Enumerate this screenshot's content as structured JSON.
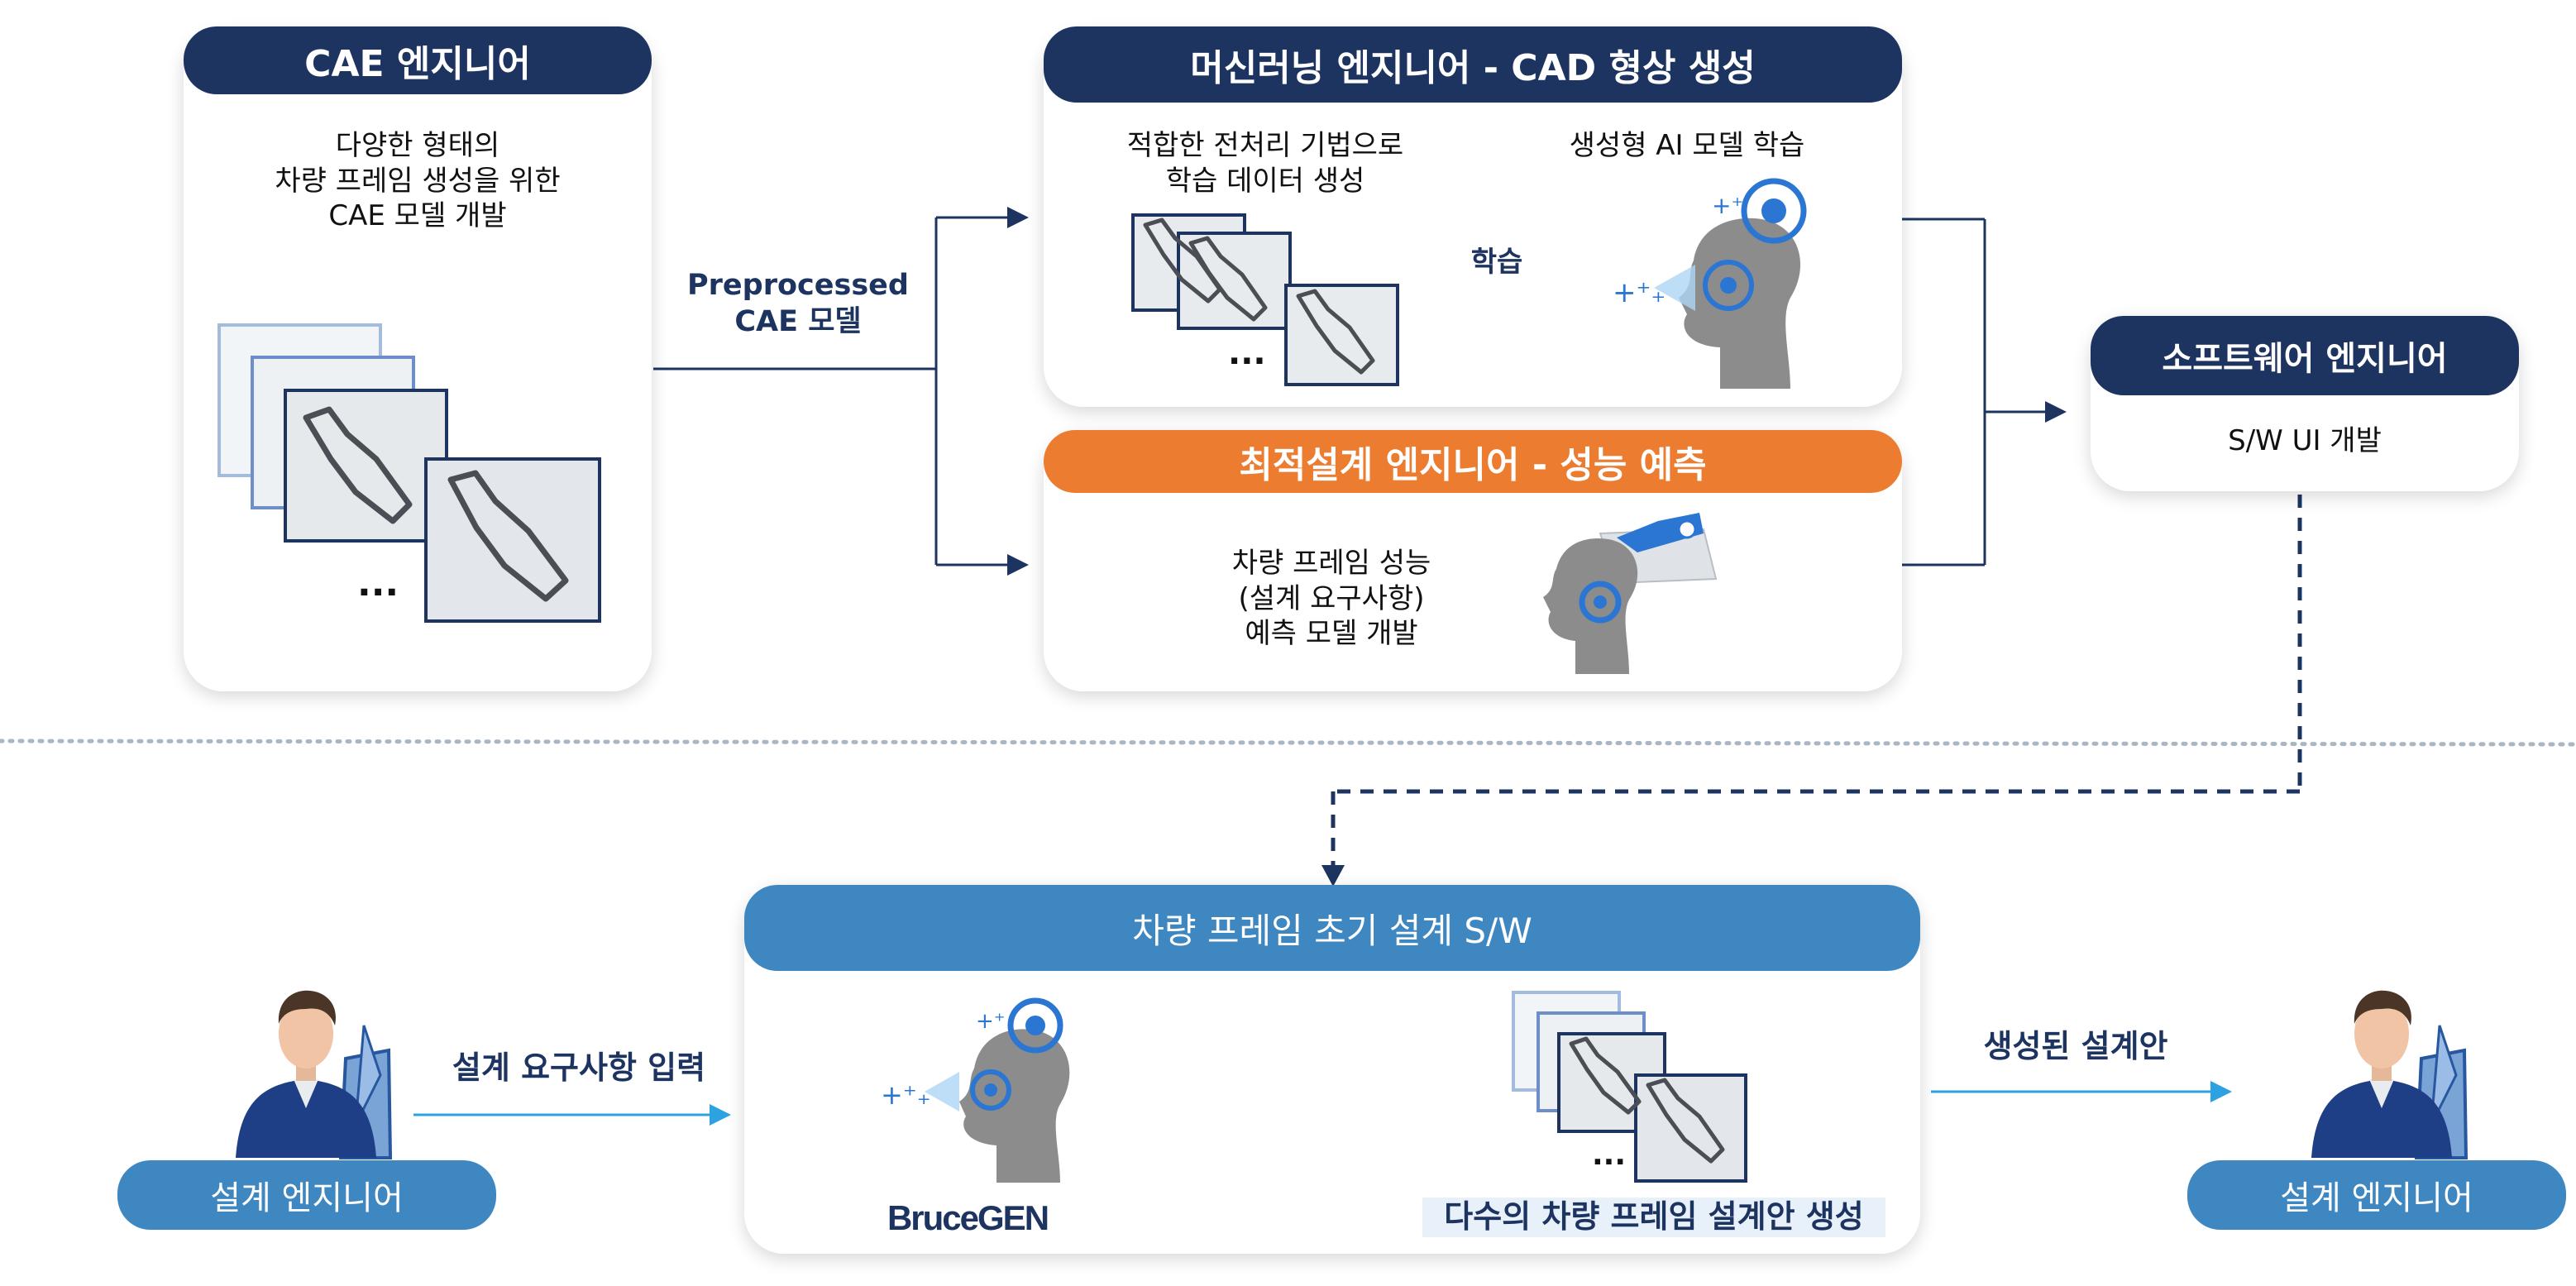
{
  "cae_card": {
    "title": "CAE 엔지니어",
    "description": "다양한 형태의\n차량 프레임 생성을 위한\nCAE 모델 개발",
    "ellipsis": "..."
  },
  "connector_label": "Preprocessed\nCAE 모델",
  "ml_card": {
    "title": "머신러닝 엔지니어 - CAD 형상 생성",
    "left_caption": "적합한 전처리 기법으로\n학습 데이터 생성",
    "right_caption": "생성형 AI 모델 학습",
    "arrow_label": "학습",
    "ellipsis": "..."
  },
  "opt_card": {
    "title": "최적설계 엔지니어 - 성능 예측",
    "description": "차량 프레임 성능\n(설계 요구사항)\n예측 모델 개발"
  },
  "sw_card": {
    "title": "소프트웨어 엔지니어",
    "description": "S/W UI 개발"
  },
  "bottom_card": {
    "title": "차량 프레임 초기 설계 S/W",
    "brand": "BruceGEN",
    "output_caption": "다수의 차량 프레임 설계안 생성",
    "ellipsis": "..."
  },
  "left_actor": {
    "label": "설계 엔지니어",
    "arrow_label": "설계 요구사항 입력"
  },
  "right_actor": {
    "label": "설계 엔지니어",
    "arrow_label": "생성된 설계안"
  },
  "colors": {
    "navy": "#1d3461",
    "orange": "#ec7c30",
    "blue": "#3f87c1",
    "arrow_light_blue": "#2ca3e0"
  }
}
